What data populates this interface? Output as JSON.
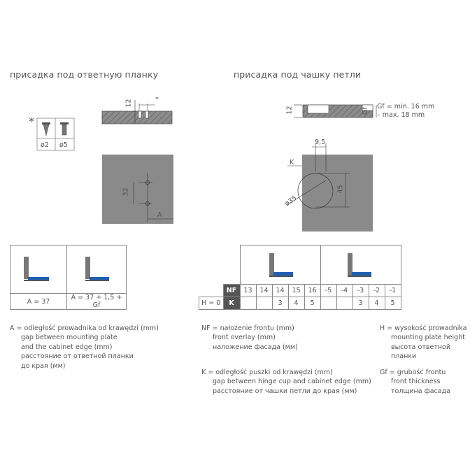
{
  "headings": {
    "left": "присадка под ответную планку",
    "right": "присадка под чашку петли"
  },
  "drawing_labels": {
    "plate_height": "12",
    "asterisk": "*",
    "screw_d1": "ø2",
    "screw_d2": "ø5",
    "hole_spacing": "32",
    "dim_a": "A",
    "gf_min": "Gf = min. 16 mm",
    "gf_max": "– max. 18 mm",
    "gf": "Gf",
    "cup_height": "12",
    "dim_k": "K",
    "offset_95": "9,5",
    "dim_45": "45",
    "cup_diameter": "ø35"
  },
  "table_a": {
    "row": [
      "A = 37",
      "A = 37 + 1,5 + Gf"
    ]
  },
  "table_k": {
    "header": [
      "NF",
      "13",
      "14",
      "14",
      "15",
      "16",
      "-5",
      "-4",
      "-3",
      "-2",
      "-1"
    ],
    "h_label": "H = 0",
    "k_label": "K",
    "row": [
      "",
      "",
      "3",
      "4",
      "5",
      "",
      "",
      "3",
      "4",
      "5"
    ]
  },
  "legend_a": [
    "A = odległość prowadnika od krawędzi (mm)",
    "gap between mounting plate",
    "and the cabinet edge (mm)",
    "расстояние от ответной планки",
    "до края (мм)"
  ],
  "legend_nf": [
    "NF = nałożenie frontu (mm)",
    "front overlay (mm)",
    "наложение фасада (мм)"
  ],
  "legend_k": [
    "K = odległość puszki od krawędzi (mm)",
    "gap between hinge cup and cabinet edge (mm)",
    "расстояние от чашки петли до края (мм)"
  ],
  "legend_h": [
    "H = wysokość prowadnika",
    "mounting plate height",
    "высота ответной",
    "планки"
  ],
  "legend_gf": [
    "Gf = grubość frontu",
    "front thickness",
    "толщина фасада"
  ],
  "colors": {
    "panel": "#8a8a8a",
    "hatch": "#6f6f6f",
    "dim_line": "#333333",
    "plate_blue": "#1f5fb0"
  }
}
